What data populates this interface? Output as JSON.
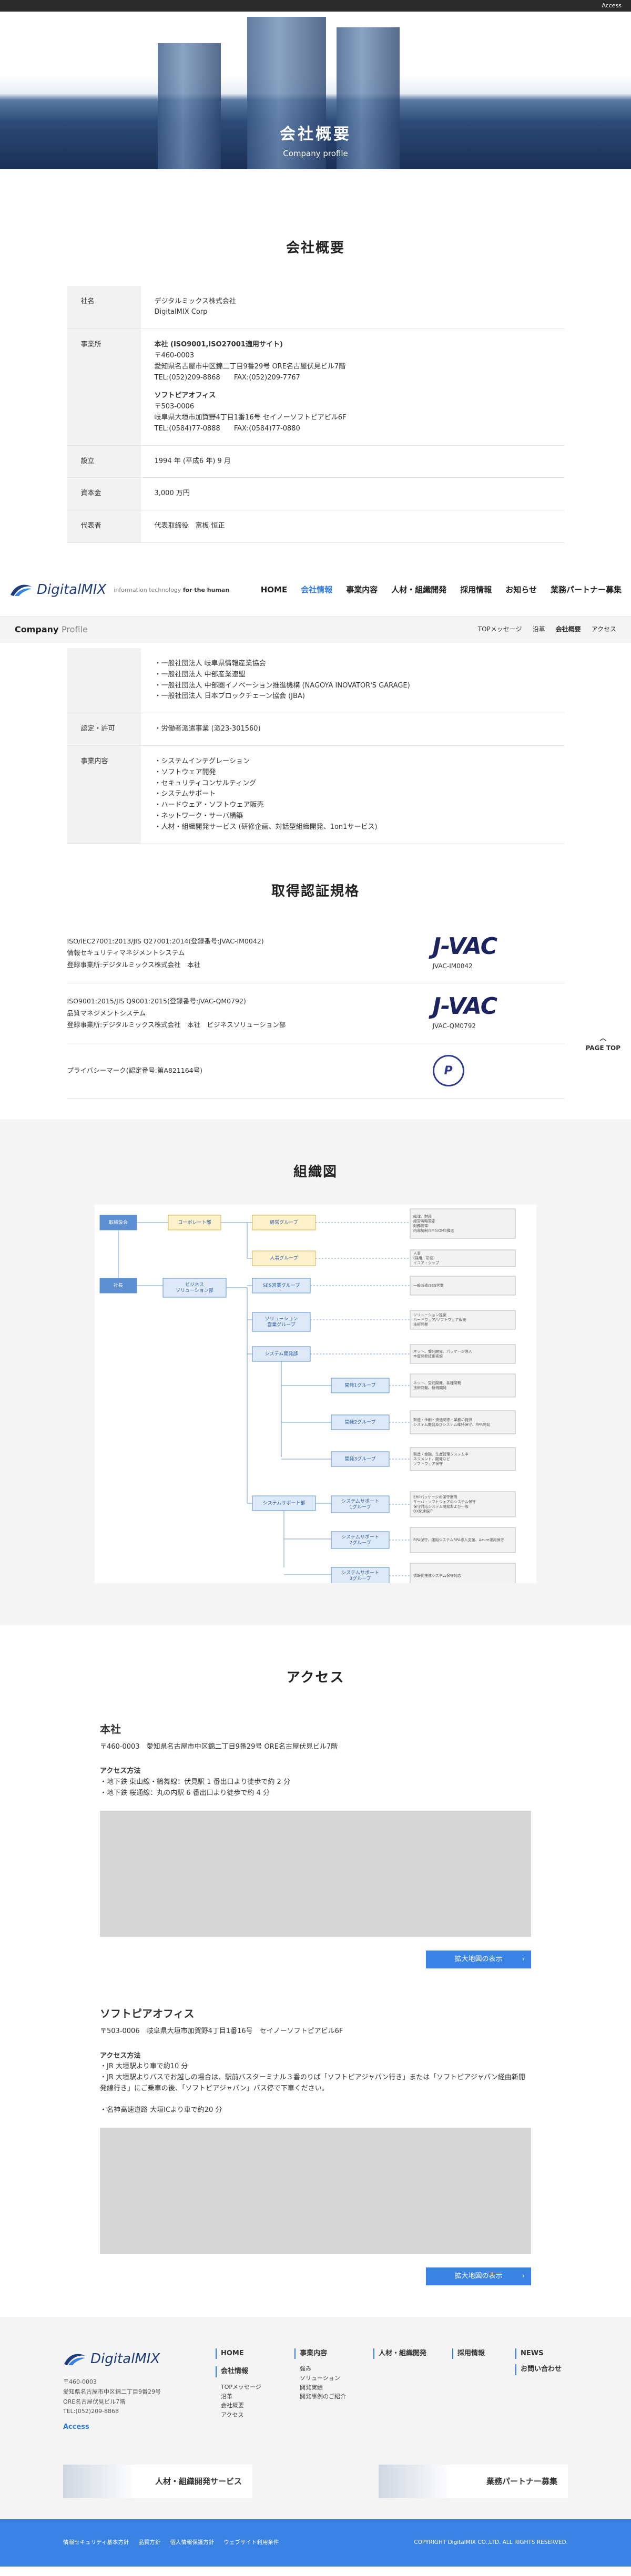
{
  "topbar": {
    "access": "Access"
  },
  "hero": {
    "title": "会社概要",
    "subtitle": "Company profile"
  },
  "overview": {
    "title": "会社概要",
    "rows": [
      {
        "key": "社名",
        "lines": [
          "デジタルミックス株式会社",
          "DigitalMIX Corp"
        ]
      },
      {
        "key": "事業所",
        "blocks": [
          {
            "head": "本社 (ISO9001,ISO27001適用サイト)",
            "lines": [
              "〒460-0003",
              "愛知県名古屋市中区錦二丁目9番29号 ORE名古屋伏見ビル7階",
              "TEL:(052)209-8868　　FAX:(052)209-7767"
            ]
          },
          {
            "head": "ソフトピアオフィス",
            "lines": [
              "〒503-0006",
              "岐阜県大垣市加賀野4丁目1番16号 セイノーソフトピアビル6F",
              "TEL:(0584)77-0888　　FAX:(0584)77-0880"
            ]
          }
        ]
      },
      {
        "key": "設立",
        "lines": [
          "1994 年 (平成6 年) 9 月"
        ]
      },
      {
        "key": "資本金",
        "lines": [
          "3,000 万円"
        ]
      },
      {
        "key": "代表者",
        "lines": [
          "代表取締役　富板 恒正"
        ]
      }
    ],
    "rows2": [
      {
        "key": "",
        "lines": [
          "・一般社団法人 岐阜県情報産業協会",
          "・一般社団法人 中部産業連盟",
          "・一般社団法人 中部圏イノベーション推進機構 (NAGOYA INOVATOR'S GARAGE)",
          "・一般社団法人 日本ブロックチェーン協会 (JBA)"
        ]
      },
      {
        "key": "認定・許可",
        "lines": [
          "・労働者派遣事業 (派23-301560)"
        ]
      },
      {
        "key": "事業内容",
        "lines": [
          "・システムインテグレーション",
          "・ソフトウェア開発",
          "・セキュリティコンサルティング",
          "・システムサポート",
          "・ハードウェア・ソフトウェア販売",
          "・ネットワーク・サーバ構築",
          "・人材・組織開発サービス (研修企画、対話型組織開発、1on1サービス)"
        ]
      }
    ]
  },
  "nav": {
    "logo": "DigitalMIX",
    "tagline_prefix": "information technology",
    "tagline_suffix": "for the human",
    "menu": [
      "HOME",
      "会社情報",
      "事業内容",
      "人材・組織開発",
      "採用情報",
      "お知らせ",
      "業務パートナー募集"
    ],
    "active": "会社情報"
  },
  "subnav": {
    "title": "Company",
    "title_light": "Profile",
    "links": [
      "TOPメッセージ",
      "沿革",
      "会社概要",
      "アクセス"
    ],
    "active": "会社概要"
  },
  "certs": {
    "title": "取得認証規格",
    "items": [
      {
        "lines": [
          "ISO/IEC27001:2013/JIS Q27001:2014(登録番号:JVAC-IM0042)",
          "情報セキュリティマネジメントシステム",
          "登録事業所:デジタルミックス株式会社　本社"
        ],
        "logo": "J-VAC",
        "code": "JVAC-IM0042"
      },
      {
        "lines": [
          "ISO9001:2015/JIS Q9001:2015(登録番号:JVAC-QM0792)",
          "品質マネジメントシステム",
          "登録事業所:デジタルミックス株式会社　本社　ビジネスソリューション部"
        ],
        "logo": "J-VAC",
        "code": "JVAC-QM0792"
      },
      {
        "lines": [
          "プライバシーマーク(認定番号:第A821164号)"
        ],
        "logo": "P",
        "code": ""
      }
    ],
    "pagetop": "PAGE TOP"
  },
  "org": {
    "title": "組織図",
    "root": [
      "取締役会",
      "社長"
    ],
    "level1": [
      "コーポレート部",
      "ビジネス ソリューション部"
    ],
    "corp_groups": [
      {
        "name": "経営グループ",
        "desc": "経理、財務 経営戦略策定 財務管理 内部統制ISMS/QMS推進"
      },
      {
        "name": "人事グループ",
        "desc": "人事 (採用、研修) イコア・シップ"
      }
    ],
    "bs_groups": [
      {
        "name": "SES営業グループ",
        "desc": "一般派遣/SES営業"
      },
      {
        "name": "ソリューション 営業グループ",
        "desc": "ソリューション提案 ハードウェア/ソフトウェア販売 技術開発"
      },
      {
        "name": "システム開発部",
        "desc": "ネット、受託開発、パッケージ導入 本資開発技術実施"
      }
    ],
    "dev_groups": [
      {
        "name": "開発1グループ",
        "desc": "ネット、受託開発、各種開発 技術開発、新規開発"
      },
      {
        "name": "開発2グループ",
        "desc": "製造・金融・流通関係・業務の提供 システム開発及びシステム維持保守、RPA開発"
      },
      {
        "name": "開発3グループ",
        "desc": "製造・金融、生産管理システム中 ネジメント、開発など ソフトウェア保守"
      }
    ],
    "support": "システムサポート部",
    "support_groups": [
      {
        "name": "システムサポート 1グループ",
        "desc": "ERPパッケージの保守運用 サーバ・ソフトウェアのシステム保守 保守対応システム開発および一般 DX関連保守"
      },
      {
        "name": "システムサポート 2グループ",
        "desc": "RPA保守、運用システムRPA導入支援、Azure運用保守"
      },
      {
        "name": "システムサポート 3グループ",
        "desc": "情報化推進システム保守対応"
      }
    ]
  },
  "access": {
    "title": "アクセス",
    "offices": [
      {
        "name": "本社",
        "addr": "〒460-0003　愛知県名古屋市中区錦二丁目9番29号 ORE名古屋伏見ビル7階",
        "method": "アクセス方法",
        "lines": [
          "・地下鉄 東山線・鶴舞線：伏見駅 1 番出口より徒歩で約 2 分",
          "・地下鉄 桜通線：丸の内駅 6 番出口より徒歩で約 4 分"
        ],
        "button": "拡大地図の表示"
      },
      {
        "name": "ソフトピアオフィス",
        "addr": "〒503-0006　岐阜県大垣市加賀野4丁目1番16号　セイノーソフトピアビル6F",
        "method": "アクセス方法",
        "lines": [
          "・JR 大垣駅より車で約10 分",
          "・JR 大垣駅よりバスでお越しの場合は、駅前バスターミナル３番のりば「ソフトピアジャパン行き」または「ソフトピアジャパン経由新開発線行き」にご乗車の後、「ソフトピアジャパン」バス停で下車ください。",
          "",
          "・名神高速道路 大垣ICより車で約20 分"
        ],
        "button": "拡大地図の表示"
      }
    ]
  },
  "footer": {
    "logo": "DigitalMIX",
    "addr": [
      "〒460-0003",
      "愛知県名古屋市中区錦二丁目9番29号",
      "ORE名古屋伏見ビル7階",
      "TEL:(052)209-8868"
    ],
    "access": "Access",
    "cols": [
      {
        "head": "HOME",
        "items": []
      },
      {
        "head": "会社情報",
        "items": [
          "TOPメッセージ",
          "沿革",
          "会社概要",
          "アクセス"
        ]
      },
      {
        "head": "事業内容",
        "items": [
          "強み",
          "ソリューション",
          "開発実績",
          "開発事例のご紹介"
        ]
      },
      {
        "head": "人材・組織開発",
        "items": []
      },
      {
        "head": "採用情報",
        "items": []
      },
      {
        "head": "NEWS",
        "items": []
      },
      {
        "head": "お問い合わせ",
        "items": []
      }
    ],
    "banner1": "人材・組織開発サービス",
    "banner2": "業務パートナー募集",
    "bottom_links": [
      "情報セキュリティ基本方針",
      "品質方針",
      "個人情報保護方針",
      "ウェブサイト利用条件"
    ],
    "copyright": "COPYRIGHT DigitalMIX CO.,LTD. ALL RIGHTS RESERVED."
  }
}
